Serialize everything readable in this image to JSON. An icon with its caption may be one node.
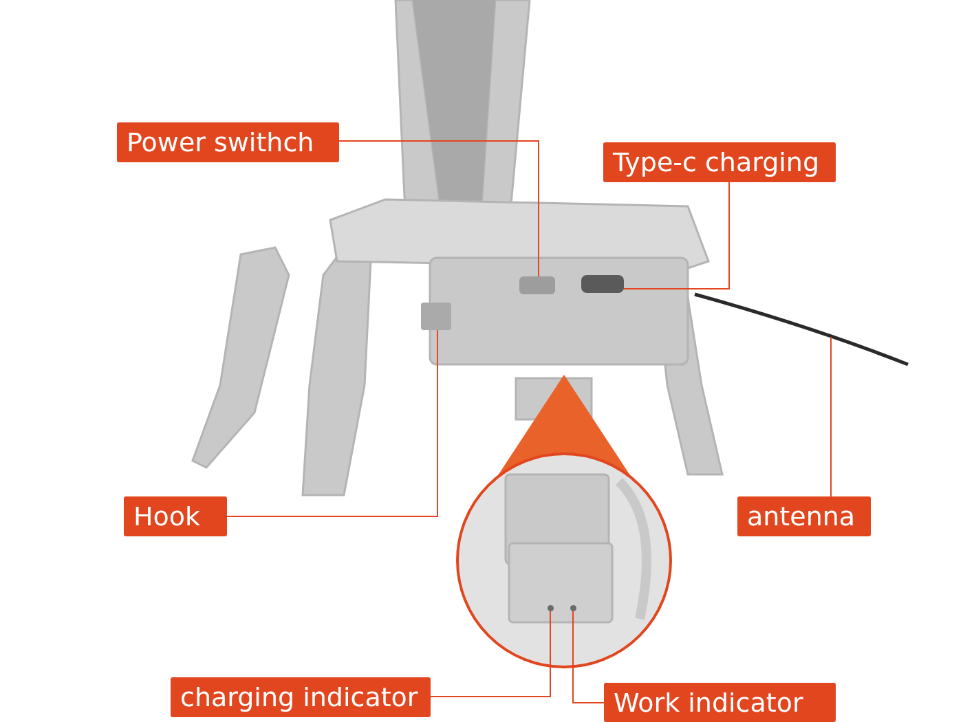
{
  "diagram": {
    "nodes": [
      {
        "text": [
          "Power swithch"
        ]
      },
      {
        "text": [
          "Type-c charging"
        ]
      },
      {
        "text": [
          "Hook"
        ]
      },
      {
        "text": [
          "antenna"
        ]
      },
      {
        "text": [
          "charging indicator"
        ]
      },
      {
        "text": [
          "Work indicator"
        ]
      },
      {
        "text": [],
        "shape": "box"
      },
      {
        "text": [],
        "shape": "box"
      },
      {
        "text": [],
        "shape": "box"
      },
      {
        "text": [],
        "shape": "picture"
      },
      {
        "text": [],
        "shape": "circle"
      },
      {
        "text": [],
        "shape": "circle"
      }
    ],
    "edges": [
      {
        "from": 0,
        "to": 6,
        "arrow": "none"
      },
      {
        "from": 1,
        "to": 7,
        "arrow": "none"
      },
      {
        "from": 2,
        "to": 8,
        "arrow": "none"
      },
      {
        "from": 3,
        "to": 9,
        "arrow": "none"
      },
      {
        "from": 4,
        "to": 10,
        "arrow": "none"
      },
      {
        "from": 5,
        "to": 11,
        "arrow": "none"
      }
    ]
  }
}
